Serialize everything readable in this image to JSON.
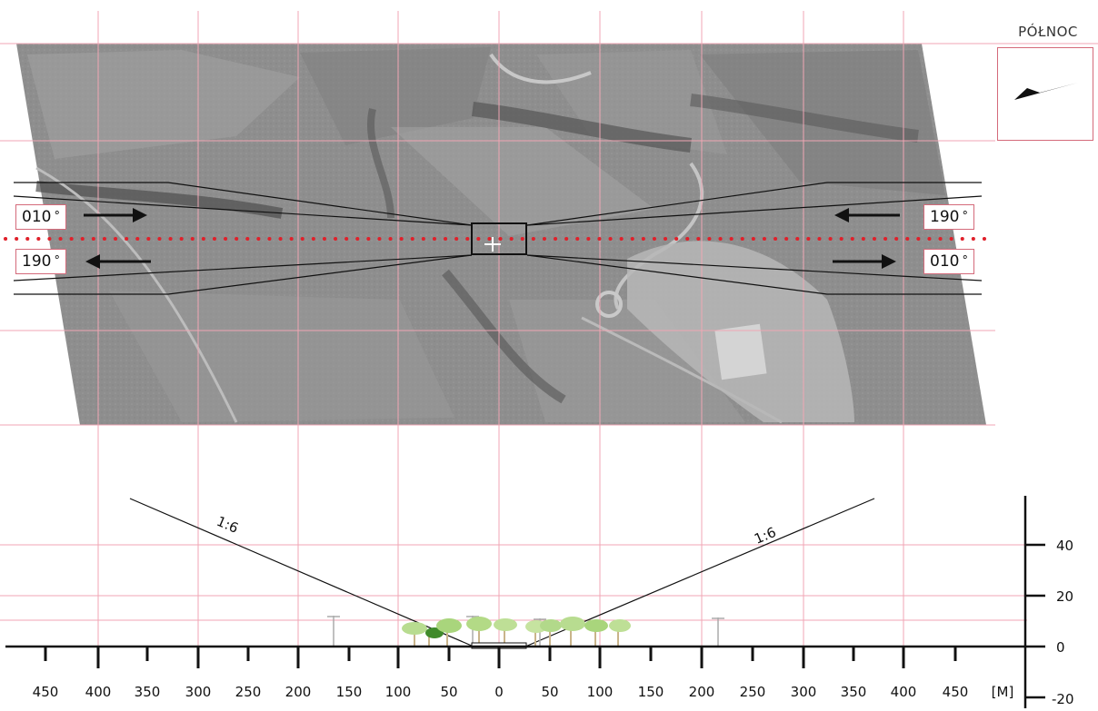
{
  "north": {
    "label": "PÓŁNOC",
    "icon": "north-arrow-icon"
  },
  "runway_labels": {
    "left_top": "010",
    "left_bottom": "190",
    "right_top": "190",
    "right_bottom": "010",
    "degree_symbol": "°"
  },
  "profile": {
    "slope_left": "1:6",
    "slope_right": "1:6",
    "x_ticks": [
      "450",
      "400",
      "350",
      "300",
      "250",
      "200",
      "150",
      "100",
      "50",
      "0",
      "50",
      "100",
      "150",
      "200",
      "250",
      "300",
      "350",
      "400",
      "450"
    ],
    "x_unit": "[M]",
    "y_ticks": [
      "40",
      "20",
      "0",
      "-20"
    ]
  },
  "colors": {
    "grid": "#f0a6b4",
    "centerline": "#e0202a",
    "frame": "#d46a7a"
  }
}
